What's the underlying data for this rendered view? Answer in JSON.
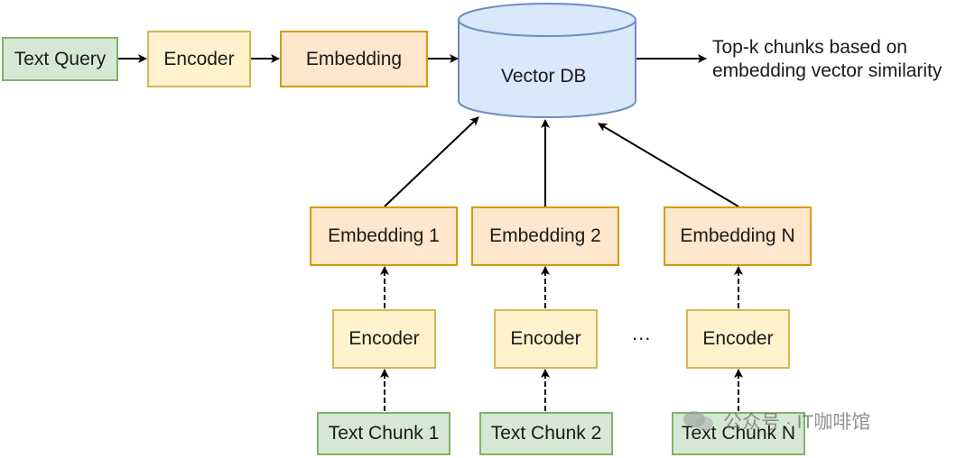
{
  "query_row": {
    "text_query": "Text Query",
    "encoder": "Encoder",
    "embedding": "Embedding"
  },
  "vector_db": {
    "label": "Vector DB"
  },
  "result_note": {
    "line1": "Top-k chunks based on",
    "line2": "embedding vector similarity"
  },
  "chunks": [
    {
      "embedding": "Embedding 1",
      "encoder": "Encoder",
      "text_chunk": "Text Chunk 1"
    },
    {
      "embedding": "Embedding 2",
      "encoder": "Encoder",
      "text_chunk": "Text Chunk 2"
    },
    {
      "embedding": "Embedding N",
      "encoder": "Encoder",
      "text_chunk": "Text Chunk N"
    }
  ],
  "ellipsis": "...",
  "watermark": {
    "text": "公众号 · IT咖啡馆"
  },
  "colors": {
    "green_fill": "#d5e8d4",
    "green_border": "#82b366",
    "yellow_fill": "#fff2cc",
    "yellow_border": "#d6b656",
    "orange_fill": "#ffe6cc",
    "orange_border": "#d79b00",
    "db_fill": "#dae8fc",
    "db_border": "#6c8ebf"
  }
}
